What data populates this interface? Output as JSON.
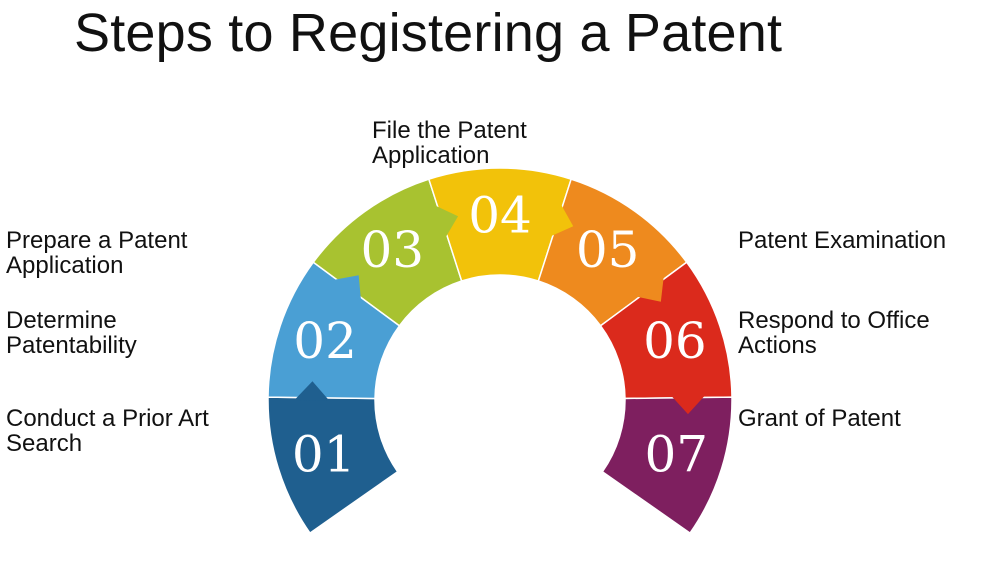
{
  "title": "Steps to Registering a Patent",
  "steps": [
    {
      "number": "01",
      "label": "Conduct a Prior Art Search",
      "color": "#1f5f8f"
    },
    {
      "number": "02",
      "label": "Determine Patentability",
      "color": "#4a9fd4"
    },
    {
      "number": "03",
      "label": "Prepare a Patent Application",
      "color": "#a8c230"
    },
    {
      "number": "04",
      "label": "File the Patent Application",
      "color": "#f2c20a"
    },
    {
      "number": "05",
      "label": "Patent Examination",
      "color": "#ee8a1e"
    },
    {
      "number": "06",
      "label": "Respond to Office Actions",
      "color": "#db2a1c"
    },
    {
      "number": "07",
      "label": "Grant of Patent",
      "color": "#7e1f5f"
    }
  ]
}
